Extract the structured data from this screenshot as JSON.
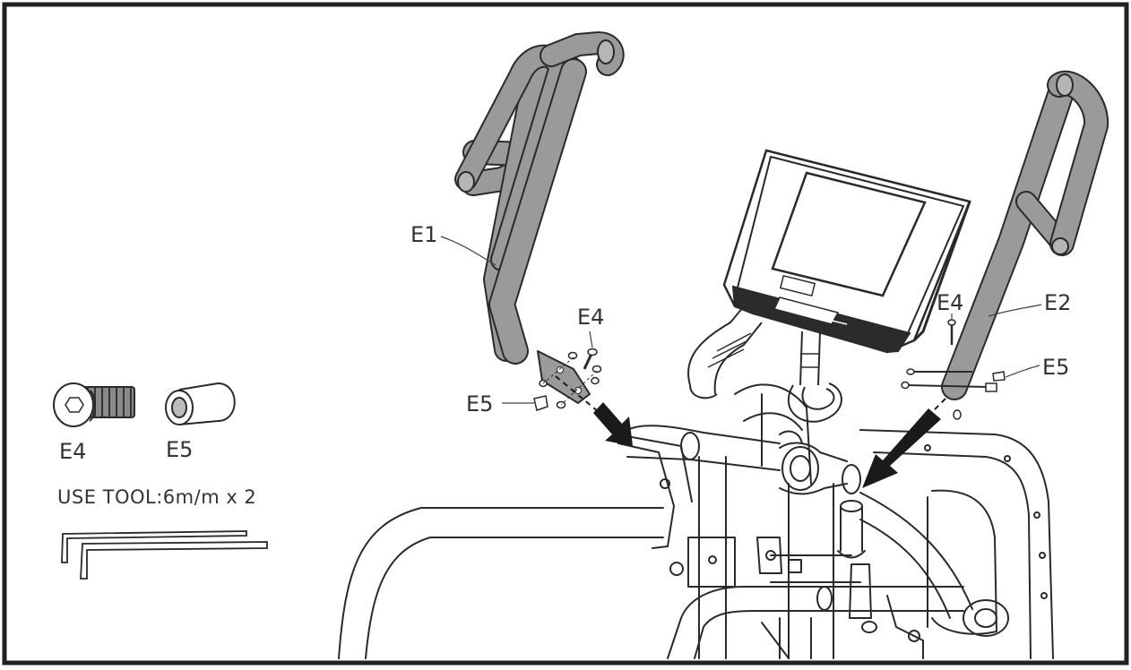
{
  "labels": {
    "e1": "E1",
    "e2": "E2",
    "e4_left": "E4",
    "e5_left": "E5",
    "e4_right": "E4",
    "e5_right": "E5",
    "legend_e4": "E4",
    "legend_e5": "E5",
    "tool_note": "USE TOOL:6m/m x 2"
  },
  "colors": {
    "handlebar_fill": "#9a9a9a",
    "line": "#2a2a2a",
    "screen_bezel": "#2b2b2b",
    "arrow": "#1a1a1a"
  }
}
